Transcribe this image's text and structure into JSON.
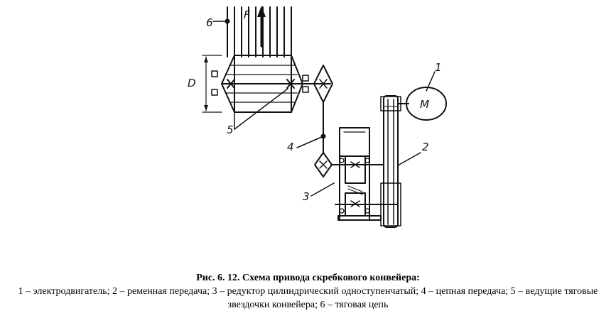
{
  "figure": {
    "labels": {
      "motor_symbol": "M",
      "n1": "1",
      "n2": "2",
      "n3": "3",
      "n4": "4",
      "n5": "5",
      "n6": "6",
      "force": "F",
      "diameter": "D"
    }
  },
  "caption": {
    "title": "Рис. 6. 12. Схема привода скребкового конвейера:",
    "text": "1 – электродвигатель; 2 – ременная передача; 3 – редуктор цилиндрический одноступенчатый; 4 – цепная передача; 5 – ведущие тяговые звездочки конвейера; 6 – тяговая цепь"
  }
}
